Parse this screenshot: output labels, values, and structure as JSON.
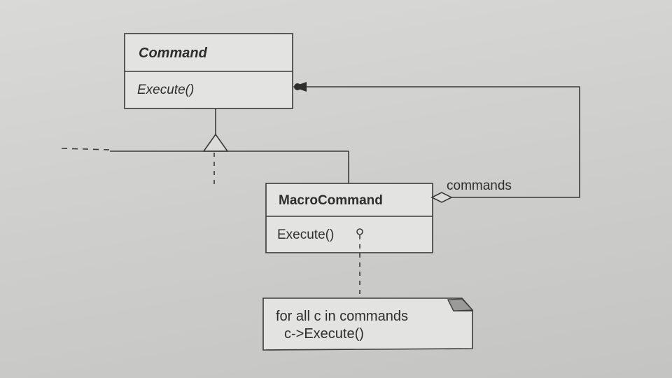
{
  "diagram": {
    "classes": {
      "command": {
        "name": "Command",
        "operation": "Execute()"
      },
      "macro_command": {
        "name": "MacroCommand",
        "operation": "Execute()"
      }
    },
    "association": {
      "role": "commands"
    },
    "note": {
      "line1": "for all c in commands",
      "line2": "c->Execute()"
    }
  }
}
